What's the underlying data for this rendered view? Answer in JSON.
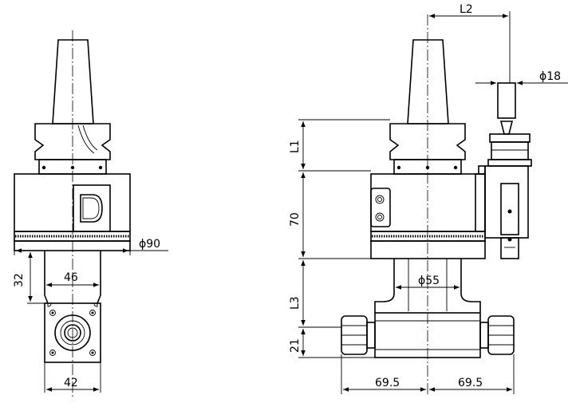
{
  "drawing": {
    "front_view": {
      "dims": {
        "d90": "ϕ90",
        "w46": "46",
        "h32": "32",
        "w42": "42"
      }
    },
    "side_view": {
      "dims": {
        "L2": "L2",
        "d18": "ϕ18",
        "L1": "L1",
        "h70": "70",
        "d55": "ϕ55",
        "L3": "L3",
        "h21": "21",
        "left_69_5": "69.5",
        "right_69_5": "69.5"
      }
    }
  }
}
